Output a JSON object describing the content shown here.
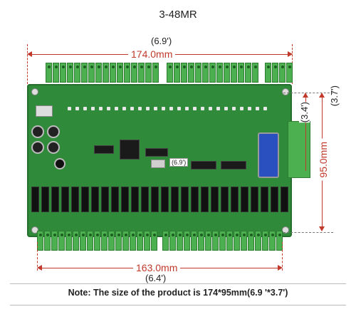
{
  "model_title": "3-48MR",
  "dims": {
    "width_in_top": "(6.9')",
    "width_mm_top": "174.0mm",
    "bottom_mm": "163.0mm",
    "bottom_in": "(6.4')",
    "height_mm": "95.0mm",
    "height_in_outer": "(3.7')",
    "height_in_inner": "(3.4')",
    "board_in_label": "(6.9')"
  },
  "note": "Note: The size of the product is 174*95mm(6.9 '*3.7')",
  "colors": {
    "dimension": "#c0392b",
    "board": "#2f8a3a",
    "terminal": "#4caf50"
  }
}
